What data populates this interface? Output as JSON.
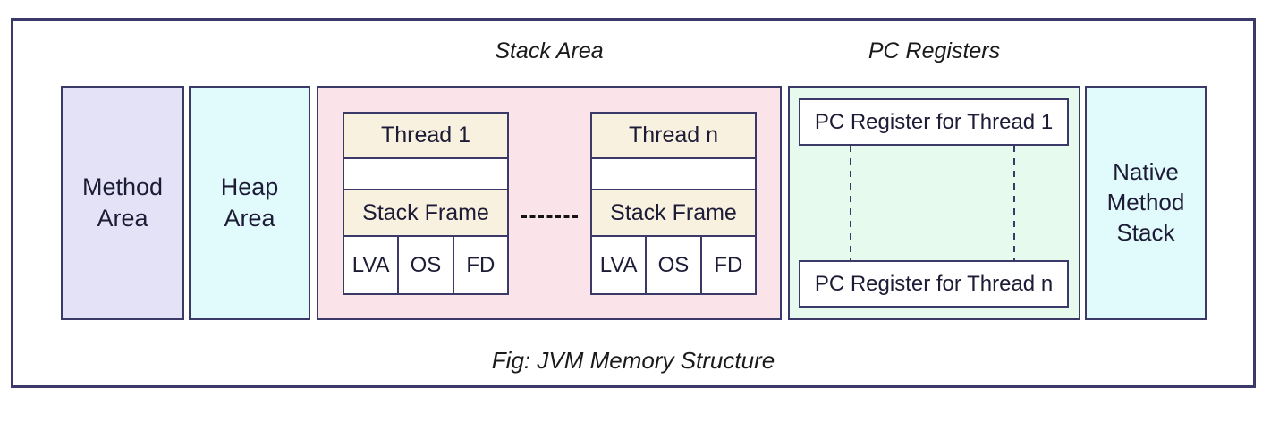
{
  "colors": {
    "border": "#3b3968",
    "method_area_fill": "#e4e2f7",
    "heap_area_fill": "#e1fafc",
    "stack_area_fill": "#fbe4e9",
    "pc_registers_fill": "#e6fbee",
    "native_stack_fill": "#e1fafc",
    "thread_header_fill": "#f9f1e0",
    "text": "#1d1c36"
  },
  "diagram": {
    "stack_area_title": "Stack Area",
    "pc_registers_title": "PC Registers",
    "method_area_label": "Method\nArea",
    "heap_area_label": "Heap\nArea",
    "native_stack_label": "Native\nMethod\nStack",
    "thread_stacks": [
      {
        "title": "Thread 1",
        "frame_label": "Stack Frame",
        "cells": [
          "LVA",
          "OS",
          "FD"
        ]
      },
      {
        "title": "Thread n",
        "frame_label": "Stack Frame",
        "cells": [
          "LVA",
          "OS",
          "FD"
        ]
      }
    ],
    "pc_register_boxes": [
      "PC Register for Thread 1",
      "PC Register for Thread n"
    ],
    "caption": "Fig: JVM Memory Structure"
  }
}
